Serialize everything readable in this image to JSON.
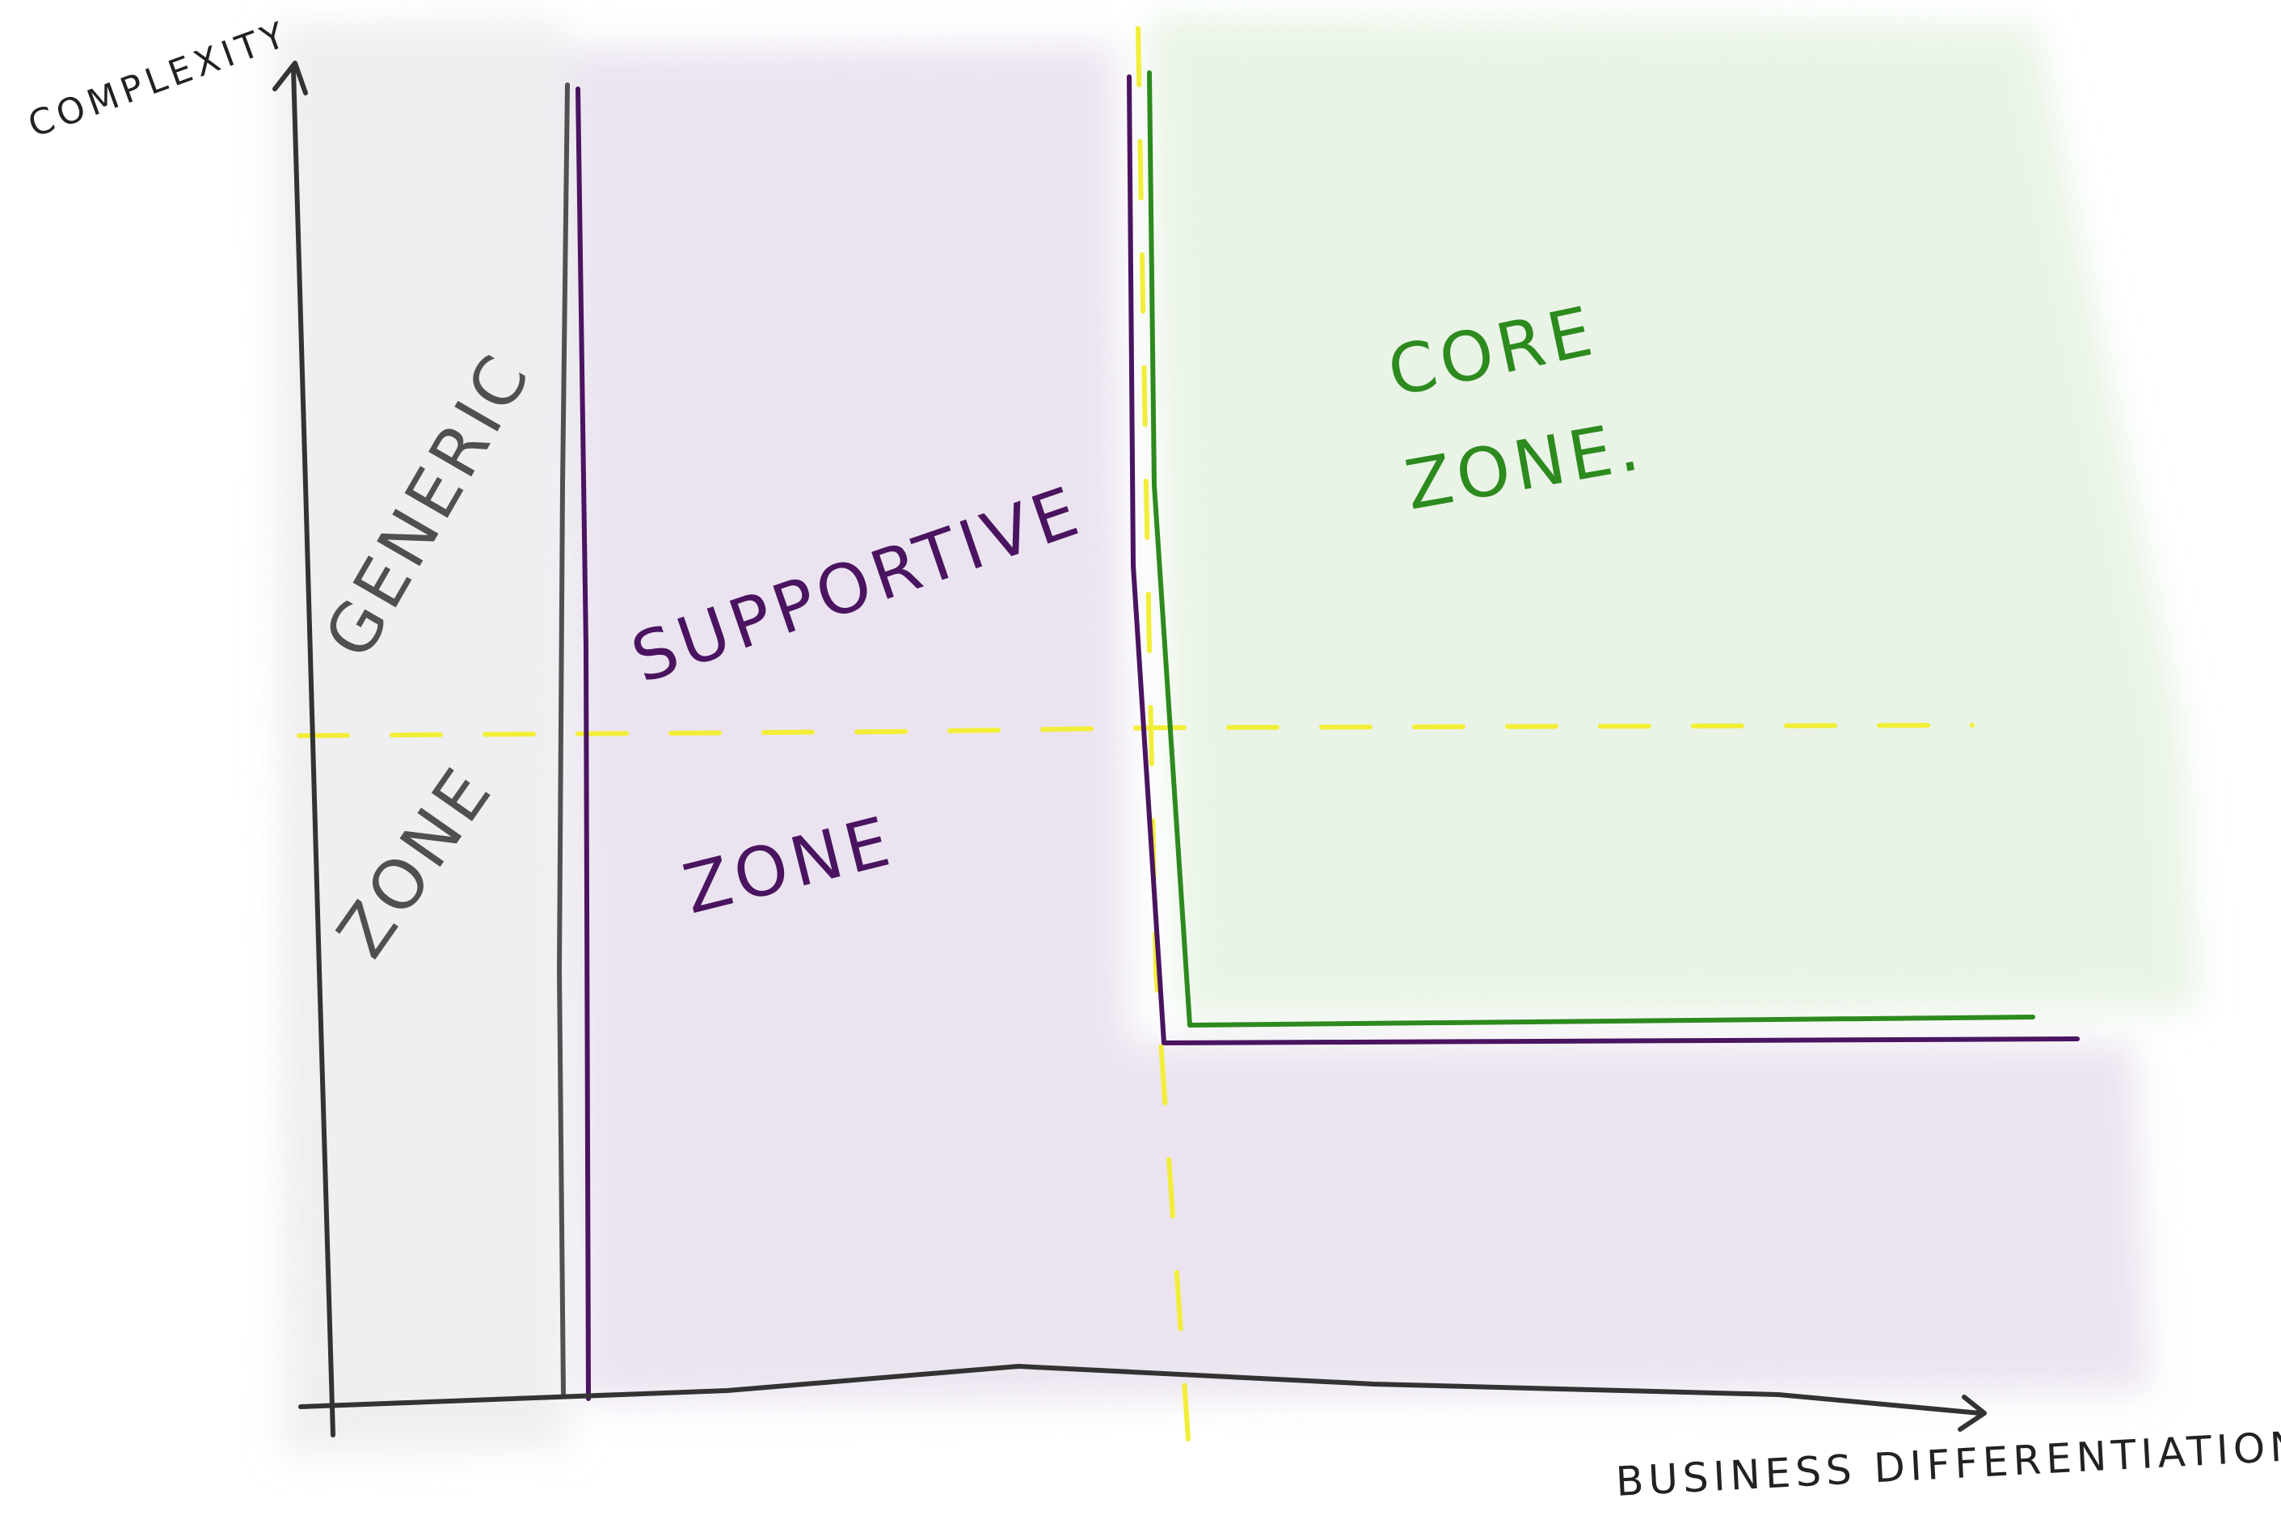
{
  "axes": {
    "y_label": "COMPLEXITY",
    "x_label": "BUSINESS DIFFERENTIATION"
  },
  "zones": {
    "generic": {
      "line1": "GENERIC",
      "line2": "ZONE"
    },
    "supportive": {
      "line1": "SUPPORTIVE",
      "line2": "ZONE"
    },
    "core": {
      "line1": "CORE",
      "line2": "ZONE."
    }
  },
  "colors": {
    "axis_ink": "#333333",
    "generic": "#505050",
    "generic_fill": "#efeff1",
    "supportive": "#4a1460",
    "supportive_fill": "#ebe4f0",
    "core": "#2d8a1e",
    "core_fill": "#e9f4e6",
    "guide": "#f2ee38"
  }
}
